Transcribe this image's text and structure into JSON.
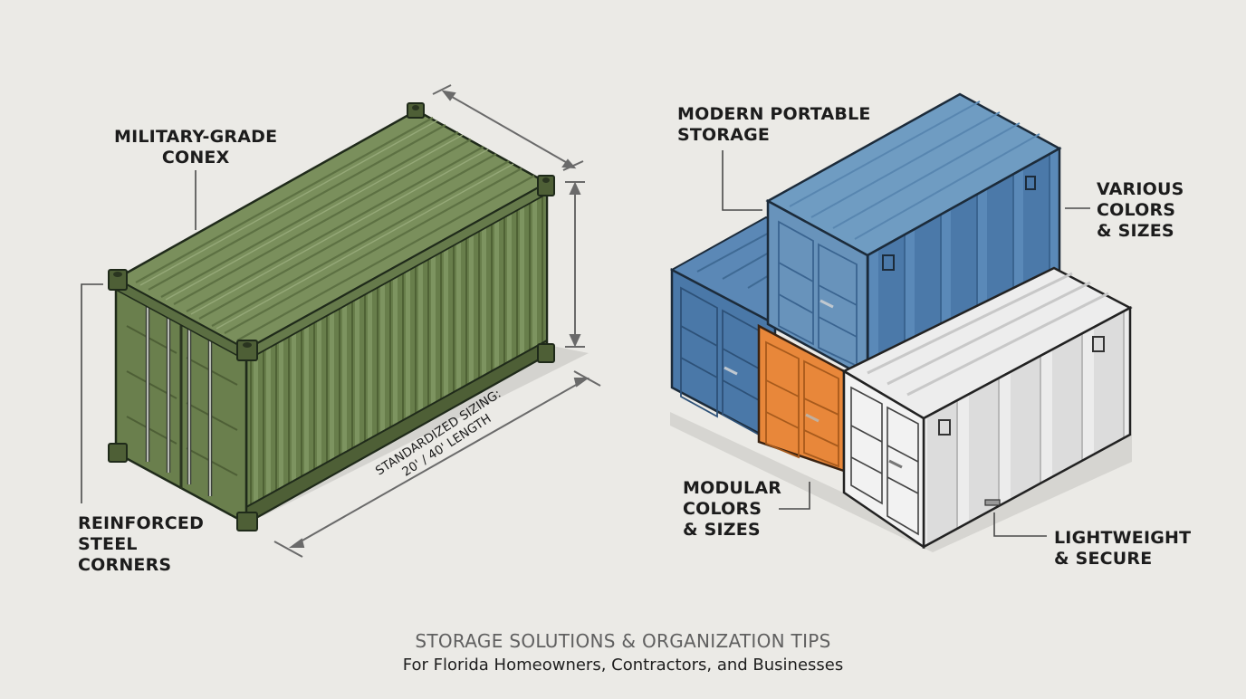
{
  "labels": {
    "military_grade": [
      "MILITARY-GRADE",
      "CONEX"
    ],
    "reinforced": [
      "REINFORCED",
      "STEEL",
      "CORNERS"
    ],
    "standardized": [
      "STANDARDIZED SIZING:",
      "20' / 40' LENGTH"
    ],
    "modern_portable": [
      "MODERN PORTABLE",
      "STORAGE"
    ],
    "various": [
      "VARIOUS",
      "COLORS",
      "& SIZES"
    ],
    "modular": [
      "MODULAR",
      "COLORS",
      "& SIZES"
    ],
    "lightweight": [
      "LIGHTWEIGHT",
      "& SECURE"
    ]
  },
  "footer": {
    "title": "STORAGE SOLUTIONS & ORGANIZATION TIPS",
    "subtitle": "For Florida Homeowners, Contractors, and Businesses"
  },
  "colors": {
    "background": "#ebeae6",
    "military_green": "#6e8450",
    "blue_dark": "#4a78a8",
    "blue_light": "#6f9cc2",
    "orange": "#e8873a",
    "white_container": "#e8e8e8",
    "outline": "#1f2a1a"
  }
}
